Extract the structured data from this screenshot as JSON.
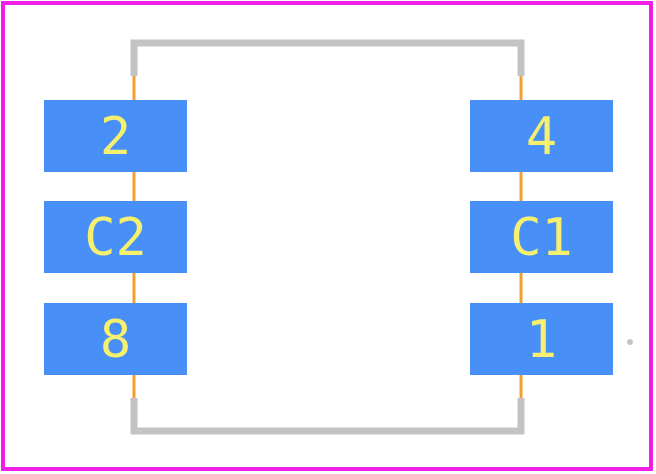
{
  "colors": {
    "background": "#ffffff",
    "board_outline": "#ee1fe5",
    "body_outline": "#c3c3c3",
    "pad_fill": "#4890f8",
    "pad_label": "#f5f06e",
    "lead_line": "#f0a030",
    "marker_dot": "#c3c3c3"
  },
  "pads": [
    {
      "id": "pad-2",
      "label": "2"
    },
    {
      "id": "pad-c2",
      "label": "C2"
    },
    {
      "id": "pad-8",
      "label": "8"
    },
    {
      "id": "pad-4",
      "label": "4"
    },
    {
      "id": "pad-c1",
      "label": "C1"
    },
    {
      "id": "pad-1",
      "label": "1"
    }
  ],
  "icons": {
    "pin1_marker": "dot-icon"
  }
}
